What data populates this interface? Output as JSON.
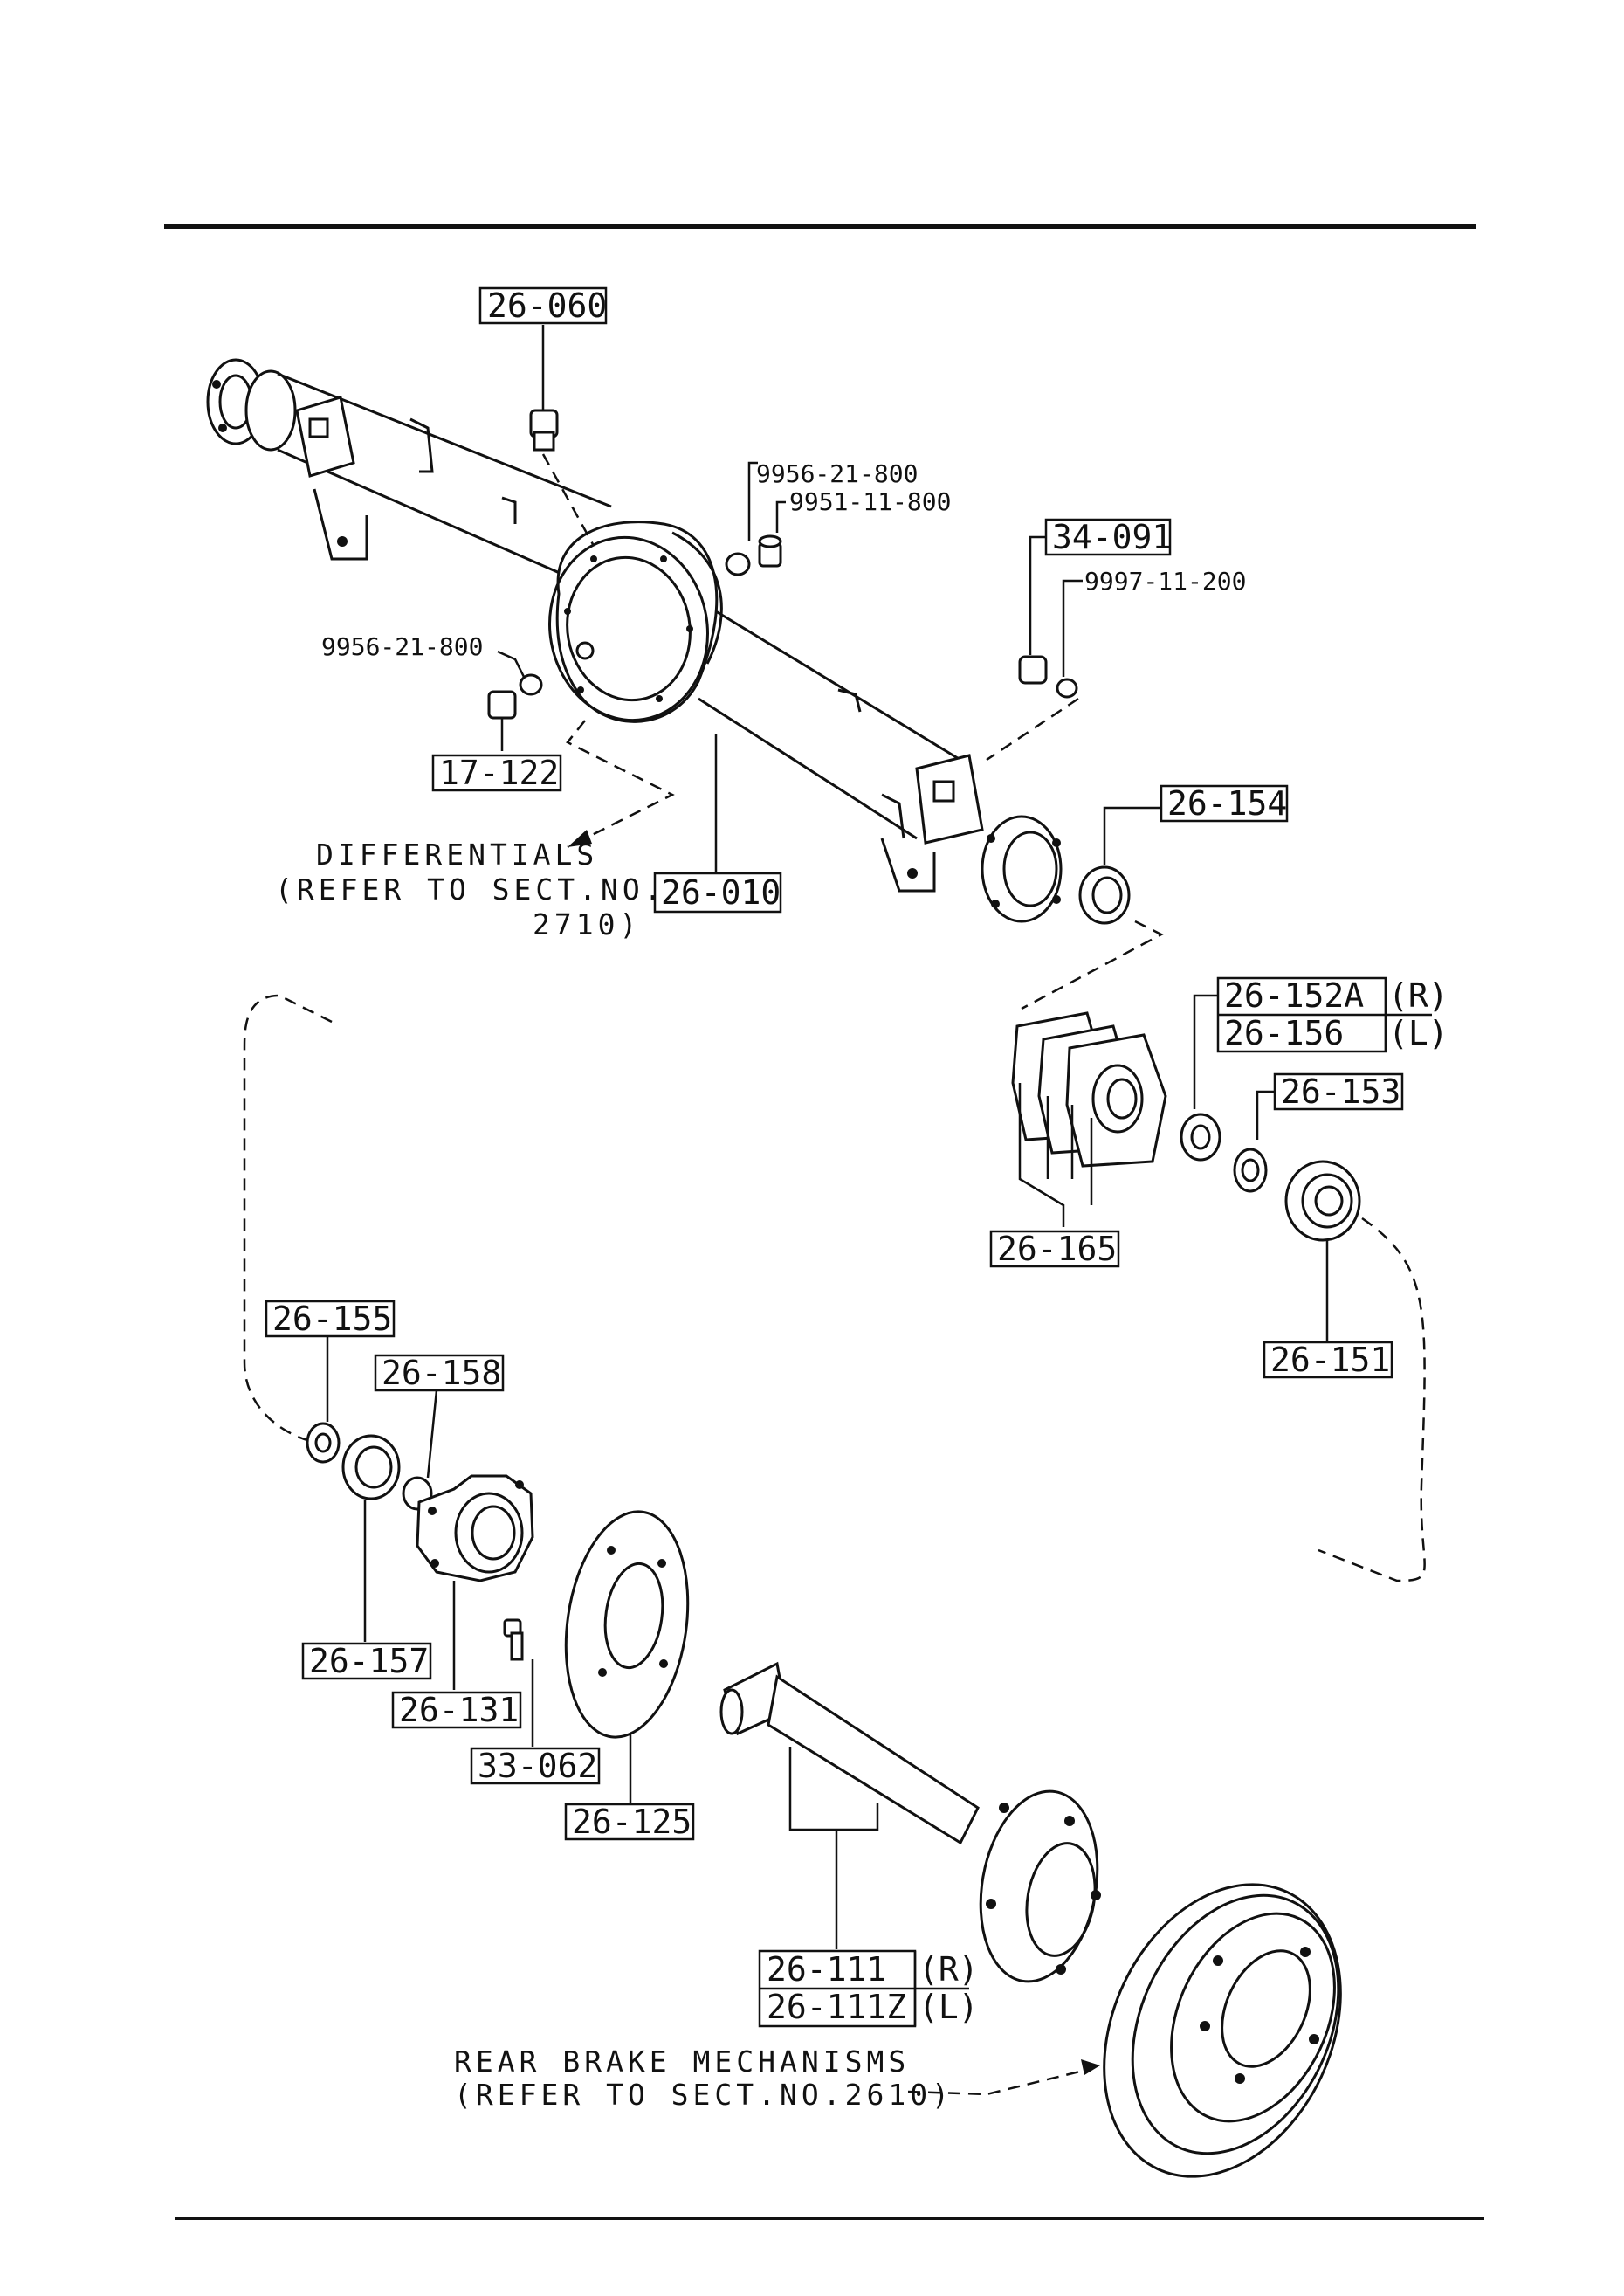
{
  "labels": {
    "p26_060": "26-060",
    "p9956_21_800_a": "9956-21-800",
    "p9951_11_800": "9951-11-800",
    "p34_091": "34-091",
    "p9997_11_200": "9997-11-200",
    "p9956_21_800_b": "9956-21-800",
    "p17_122": "17-122",
    "p26_010": "26-010",
    "p26_154": "26-154",
    "p26_152A": "26-152A",
    "p26_152A_side": "(R)",
    "p26_156": "26-156",
    "p26_156_side": "(L)",
    "p26_153": "26-153",
    "p26_165": "26-165",
    "p26_151": "26-151",
    "p26_155": "26-155",
    "p26_158": "26-158",
    "p26_157": "26-157",
    "p26_131": "26-131",
    "p33_062": "33-062",
    "p26_125": "26-125",
    "p26_111": "26-111",
    "p26_111_side": "(R)",
    "p26_111Z": "26-111Z",
    "p26_111Z_side": "(L)"
  },
  "notes": {
    "differentials_1": "DIFFERENTIALS",
    "differentials_2": "(REFER TO SECT.NO.",
    "differentials_3": "2710)",
    "brake_1": "REAR BRAKE MECHANISMS",
    "brake_2": "(REFER TO SECT.NO.2610)"
  }
}
